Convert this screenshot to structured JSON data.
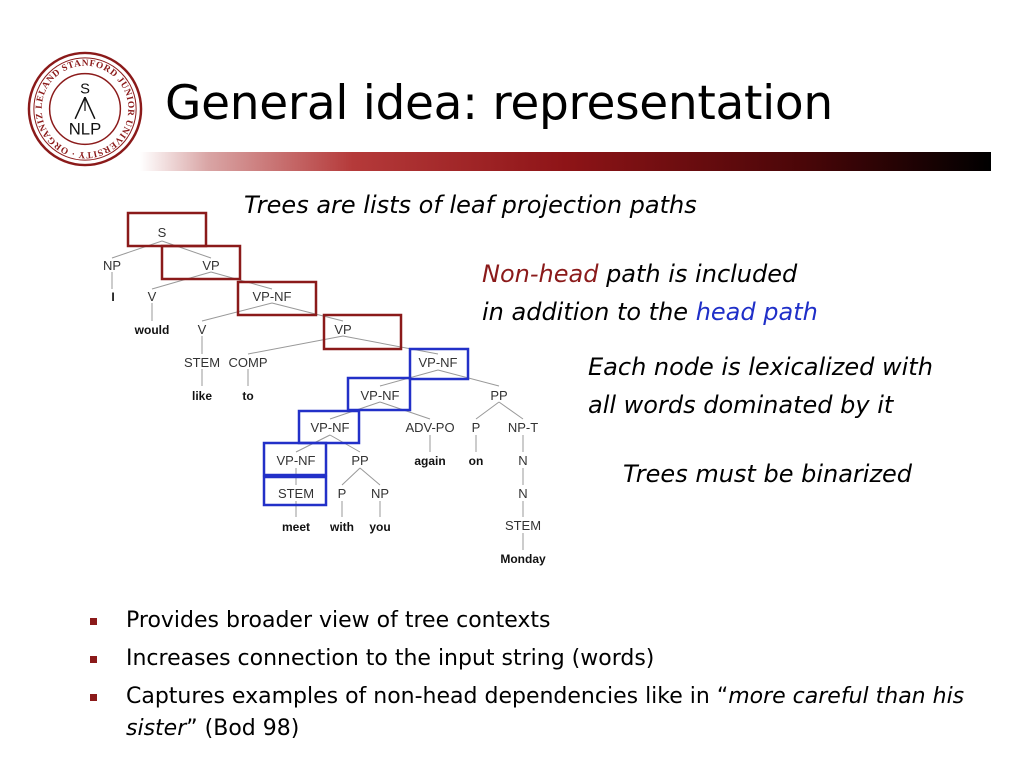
{
  "logo": {
    "ring_text": "LELAND STANFORD JUNIOR UNIVERSITY · ORGANIZED 1891",
    "top_letter": "S",
    "bottom_text": "NLP",
    "brand_color": "#8b1a1a"
  },
  "title": "General idea: representation",
  "colors": {
    "red_box": "#8b1a1a",
    "blue_box": "#2230c8",
    "title_bar_end": "#000000"
  },
  "tree": {
    "S": "S",
    "NP1": "NP",
    "VP1": "VP",
    "I": "I",
    "V1": "V",
    "VPNF1": "VP-NF",
    "would": "would",
    "V2": "V",
    "VP2": "VP",
    "STEM1": "STEM",
    "COMP": "COMP",
    "like": "like",
    "to": "to",
    "VPNF2": "VP-NF",
    "VPNF3": "VP-NF",
    "PP1": "PP",
    "VPNF4": "VP-NF",
    "ADVPO": "ADV-PO",
    "P1": "P",
    "NPT": "NP-T",
    "again": "again",
    "on": "on",
    "VPNF5": "VP-NF",
    "PP2": "PP",
    "N1": "N",
    "STEM2": "STEM",
    "P2": "P",
    "NP2": "NP",
    "N2": "N",
    "meet": "meet",
    "with": "with",
    "you": "you",
    "STEM3": "STEM",
    "Monday": "Monday"
  },
  "notes": {
    "trees_lists": "Trees are lists of leaf projection paths",
    "nonhead_1": "Non-head",
    "nonhead_2": " path is included",
    "addition_1": "in addition to the ",
    "addition_2": "head path",
    "lexicalized_1": "Each node is lexicalized with",
    "lexicalized_2": "all words dominated by it",
    "binarized": "Trees must be binarized"
  },
  "bullets": {
    "b1": "Provides broader view of tree contexts",
    "b2": "Increases connection to the input string (words)",
    "b3_a": "Captures examples of non-head dependencies like in “",
    "b3_b": "more careful than his sister",
    "b3_c": "” (Bod 98)"
  }
}
